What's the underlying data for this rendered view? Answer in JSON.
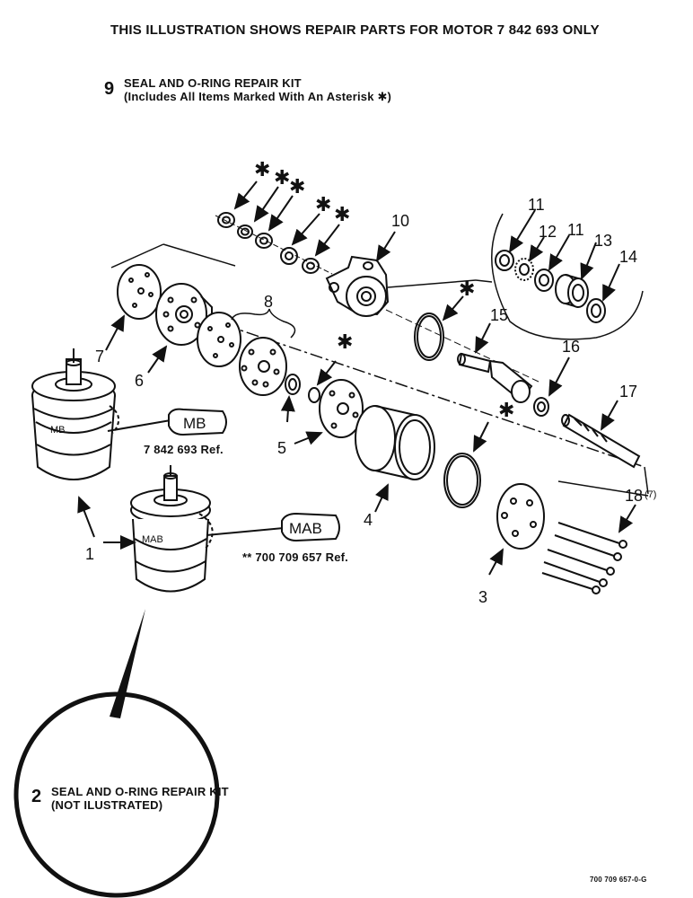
{
  "header": {
    "title": "THIS ILLUSTRATION SHOWS REPAIR PARTS FOR MOTOR 7 842 693 ONLY"
  },
  "kit9": {
    "number": "9",
    "line1": "SEAL AND O-RING REPAIR KIT",
    "line2": "(Includes All Items Marked With An Asterisk ✱)"
  },
  "kit2": {
    "number": "2",
    "line1": "SEAL AND O-RING REPAIR KIT",
    "line2": "(NOT ILUSTRATED)"
  },
  "motor_mb": {
    "badge": "MB",
    "ref": "7 842 693 Ref."
  },
  "motor_mab": {
    "badge": "MAB",
    "ref": "** 700 709 657 Ref."
  },
  "asterisk": "✱",
  "callouts": {
    "c1": "1",
    "c3": "3",
    "c4": "4",
    "c5": "5",
    "c6": "6",
    "c7": "7",
    "c8": "8",
    "c10": "10",
    "c11a": "11",
    "c11b": "11",
    "c12": "12",
    "c13": "13",
    "c14": "14",
    "c15": "15",
    "c16": "16",
    "c17": "17",
    "c18": "18",
    "c18qty": "(7)"
  },
  "doc_code": "700 709 657-0-G"
}
